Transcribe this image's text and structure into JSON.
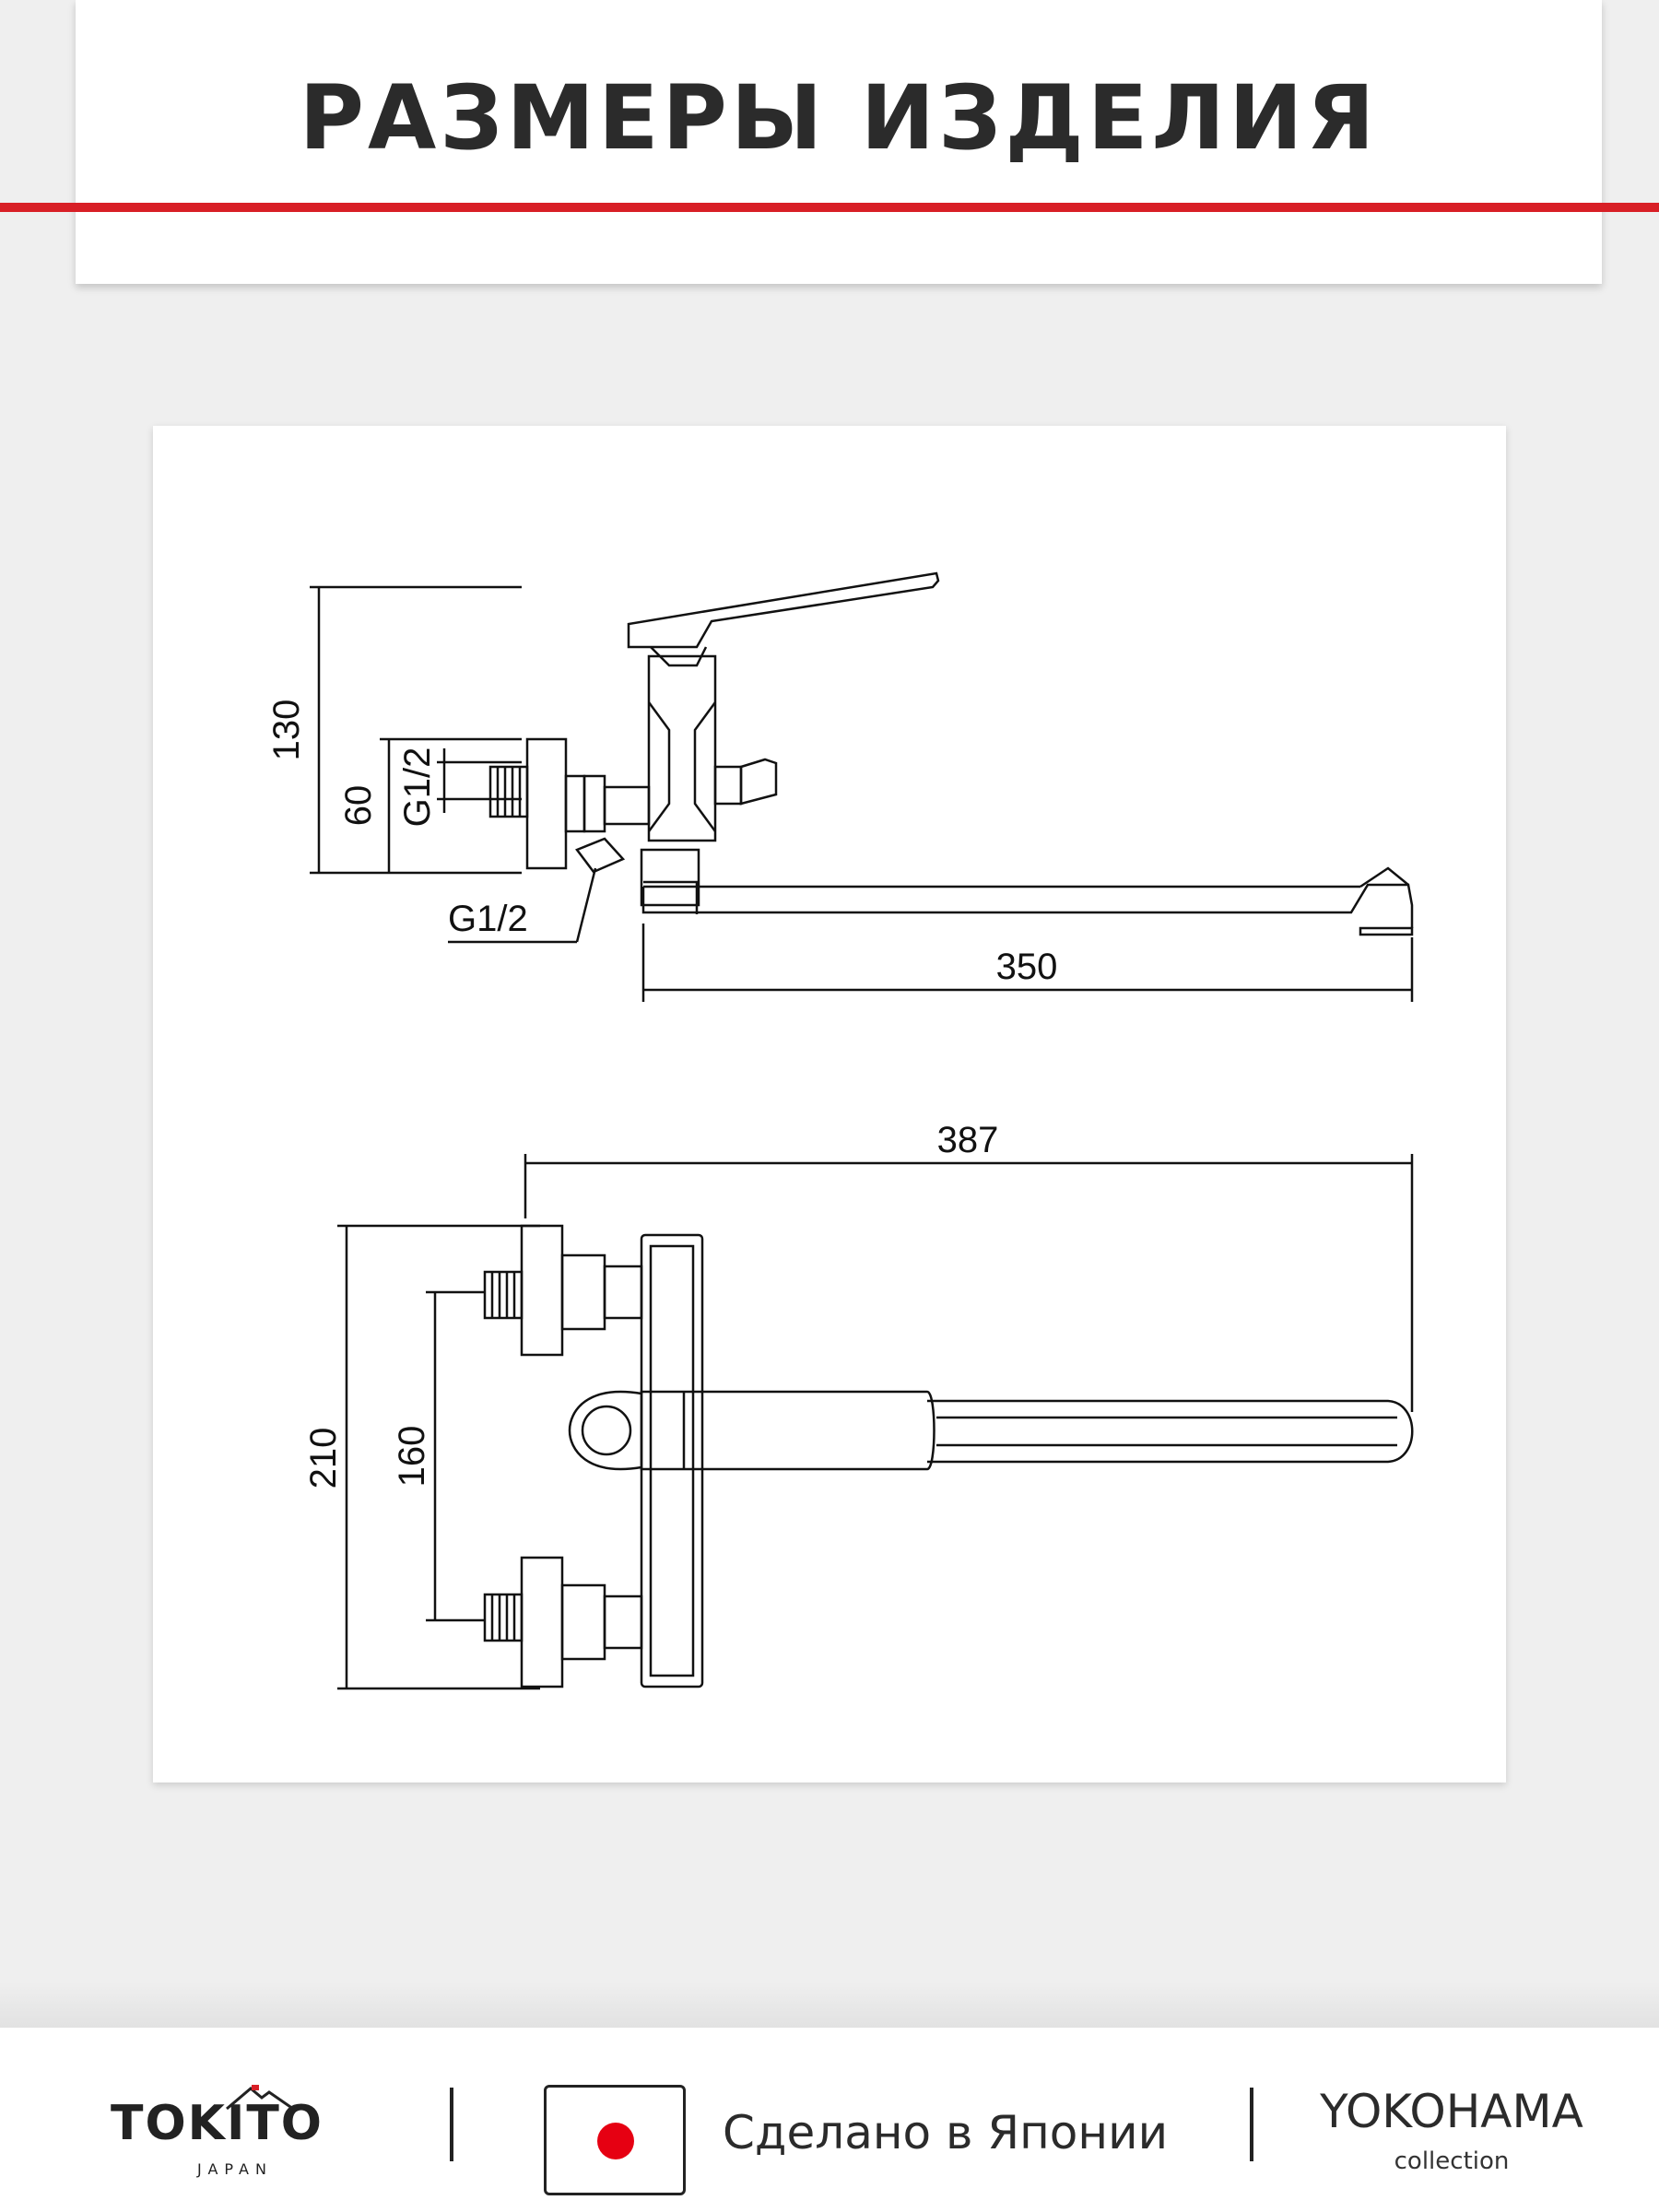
{
  "header": {
    "title": "РАЗМЕРЫ ИЗДЕЛИЯ"
  },
  "drawing": {
    "side_view": {
      "height": "130",
      "inlet_height": "60",
      "thread_inlet": "G1/2",
      "thread_outlet": "G1/2",
      "spout_length": "350"
    },
    "top_view": {
      "overall_length": "387",
      "width": "210",
      "center_distance": "160"
    }
  },
  "footer": {
    "brand": "TOKITO",
    "brand_sub": "JAPAN",
    "made_in": "Сделано в Японии",
    "collection_name": "YOKOHAMA",
    "collection_label": "collection",
    "flag_icon": "japan-flag-icon"
  },
  "colors": {
    "accent_red": "#d81f26",
    "flag_red": "#e60012",
    "text_dark": "#2b2b2b"
  }
}
